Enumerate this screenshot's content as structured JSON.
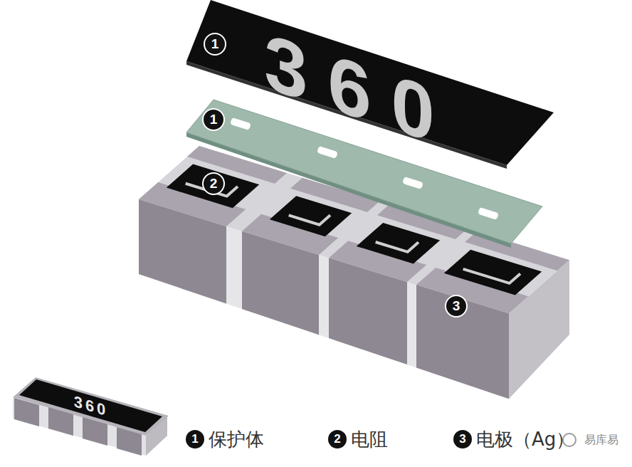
{
  "diagram": {
    "labels": [
      "1",
      "360",
      "1",
      "2",
      "3",
      "360",
      "1",
      "2",
      "3",
      "易库易"
    ],
    "legend": [
      {
        "text": "保护体"
      },
      {
        "text": "电阻"
      },
      {
        "text": "电极（Ag）"
      }
    ]
  }
}
